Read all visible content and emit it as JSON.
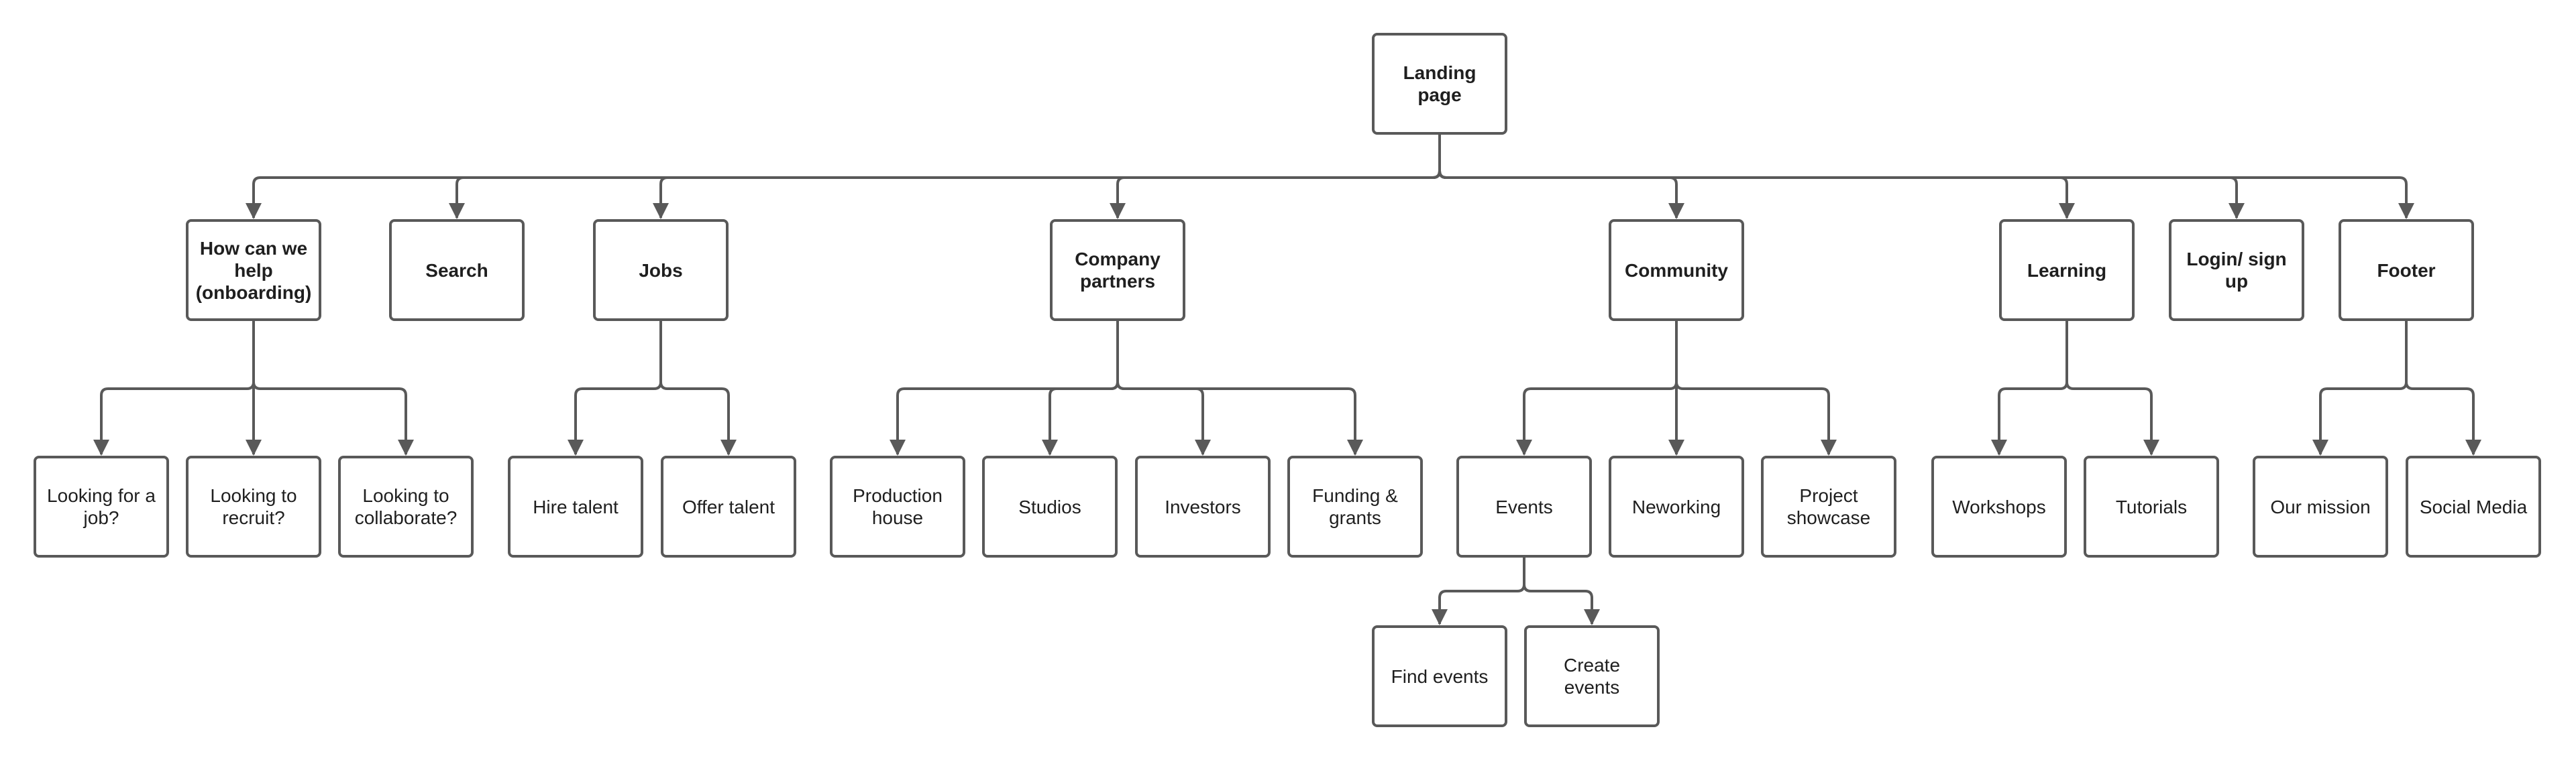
{
  "diagram": {
    "type": "sitemap-tree",
    "colors": {
      "stroke": "#595959",
      "text": "#1f1f1f",
      "background": "#ffffff"
    },
    "nodes": [
      {
        "id": "landing",
        "label": "Landing page",
        "bold": true
      },
      {
        "id": "help",
        "label": "How can we help (onboarding)",
        "bold": true
      },
      {
        "id": "search",
        "label": "Search",
        "bold": true
      },
      {
        "id": "jobs",
        "label": "Jobs",
        "bold": true
      },
      {
        "id": "partners",
        "label": "Company partners",
        "bold": true
      },
      {
        "id": "community",
        "label": "Community",
        "bold": true
      },
      {
        "id": "learning",
        "label": "Learning",
        "bold": true
      },
      {
        "id": "login",
        "label": "Login/ sign up",
        "bold": true
      },
      {
        "id": "footer",
        "label": "Footer",
        "bold": true
      },
      {
        "id": "job",
        "label": "Looking for a job?"
      },
      {
        "id": "recruit",
        "label": "Looking to recruit?"
      },
      {
        "id": "collab",
        "label": "Looking to collaborate?"
      },
      {
        "id": "hire",
        "label": "Hire talent"
      },
      {
        "id": "offer",
        "label": "Offer talent"
      },
      {
        "id": "production",
        "label": "Production house"
      },
      {
        "id": "studios",
        "label": "Studios"
      },
      {
        "id": "investors",
        "label": "Investors"
      },
      {
        "id": "funding",
        "label": "Funding & grants"
      },
      {
        "id": "events",
        "label": "Events"
      },
      {
        "id": "networking",
        "label": "Neworking"
      },
      {
        "id": "showcase",
        "label": "Project showcase"
      },
      {
        "id": "workshops",
        "label": "Workshops"
      },
      {
        "id": "tutorials",
        "label": "Tutorials"
      },
      {
        "id": "mission",
        "label": "Our mission"
      },
      {
        "id": "social",
        "label": "Social Media"
      },
      {
        "id": "find",
        "label": "Find events"
      },
      {
        "id": "create",
        "label": "Create events"
      }
    ],
    "edges": [
      [
        "landing",
        "help"
      ],
      [
        "landing",
        "search"
      ],
      [
        "landing",
        "jobs"
      ],
      [
        "landing",
        "partners"
      ],
      [
        "landing",
        "community"
      ],
      [
        "landing",
        "learning"
      ],
      [
        "landing",
        "login"
      ],
      [
        "landing",
        "footer"
      ],
      [
        "help",
        "job"
      ],
      [
        "help",
        "recruit"
      ],
      [
        "help",
        "collab"
      ],
      [
        "jobs",
        "hire"
      ],
      [
        "jobs",
        "offer"
      ],
      [
        "partners",
        "production"
      ],
      [
        "partners",
        "studios"
      ],
      [
        "partners",
        "investors"
      ],
      [
        "partners",
        "funding"
      ],
      [
        "community",
        "events"
      ],
      [
        "community",
        "networking"
      ],
      [
        "community",
        "showcase"
      ],
      [
        "learning",
        "workshops"
      ],
      [
        "learning",
        "tutorials"
      ],
      [
        "footer",
        "mission"
      ],
      [
        "footer",
        "social"
      ],
      [
        "events",
        "find"
      ],
      [
        "events",
        "create"
      ]
    ]
  }
}
